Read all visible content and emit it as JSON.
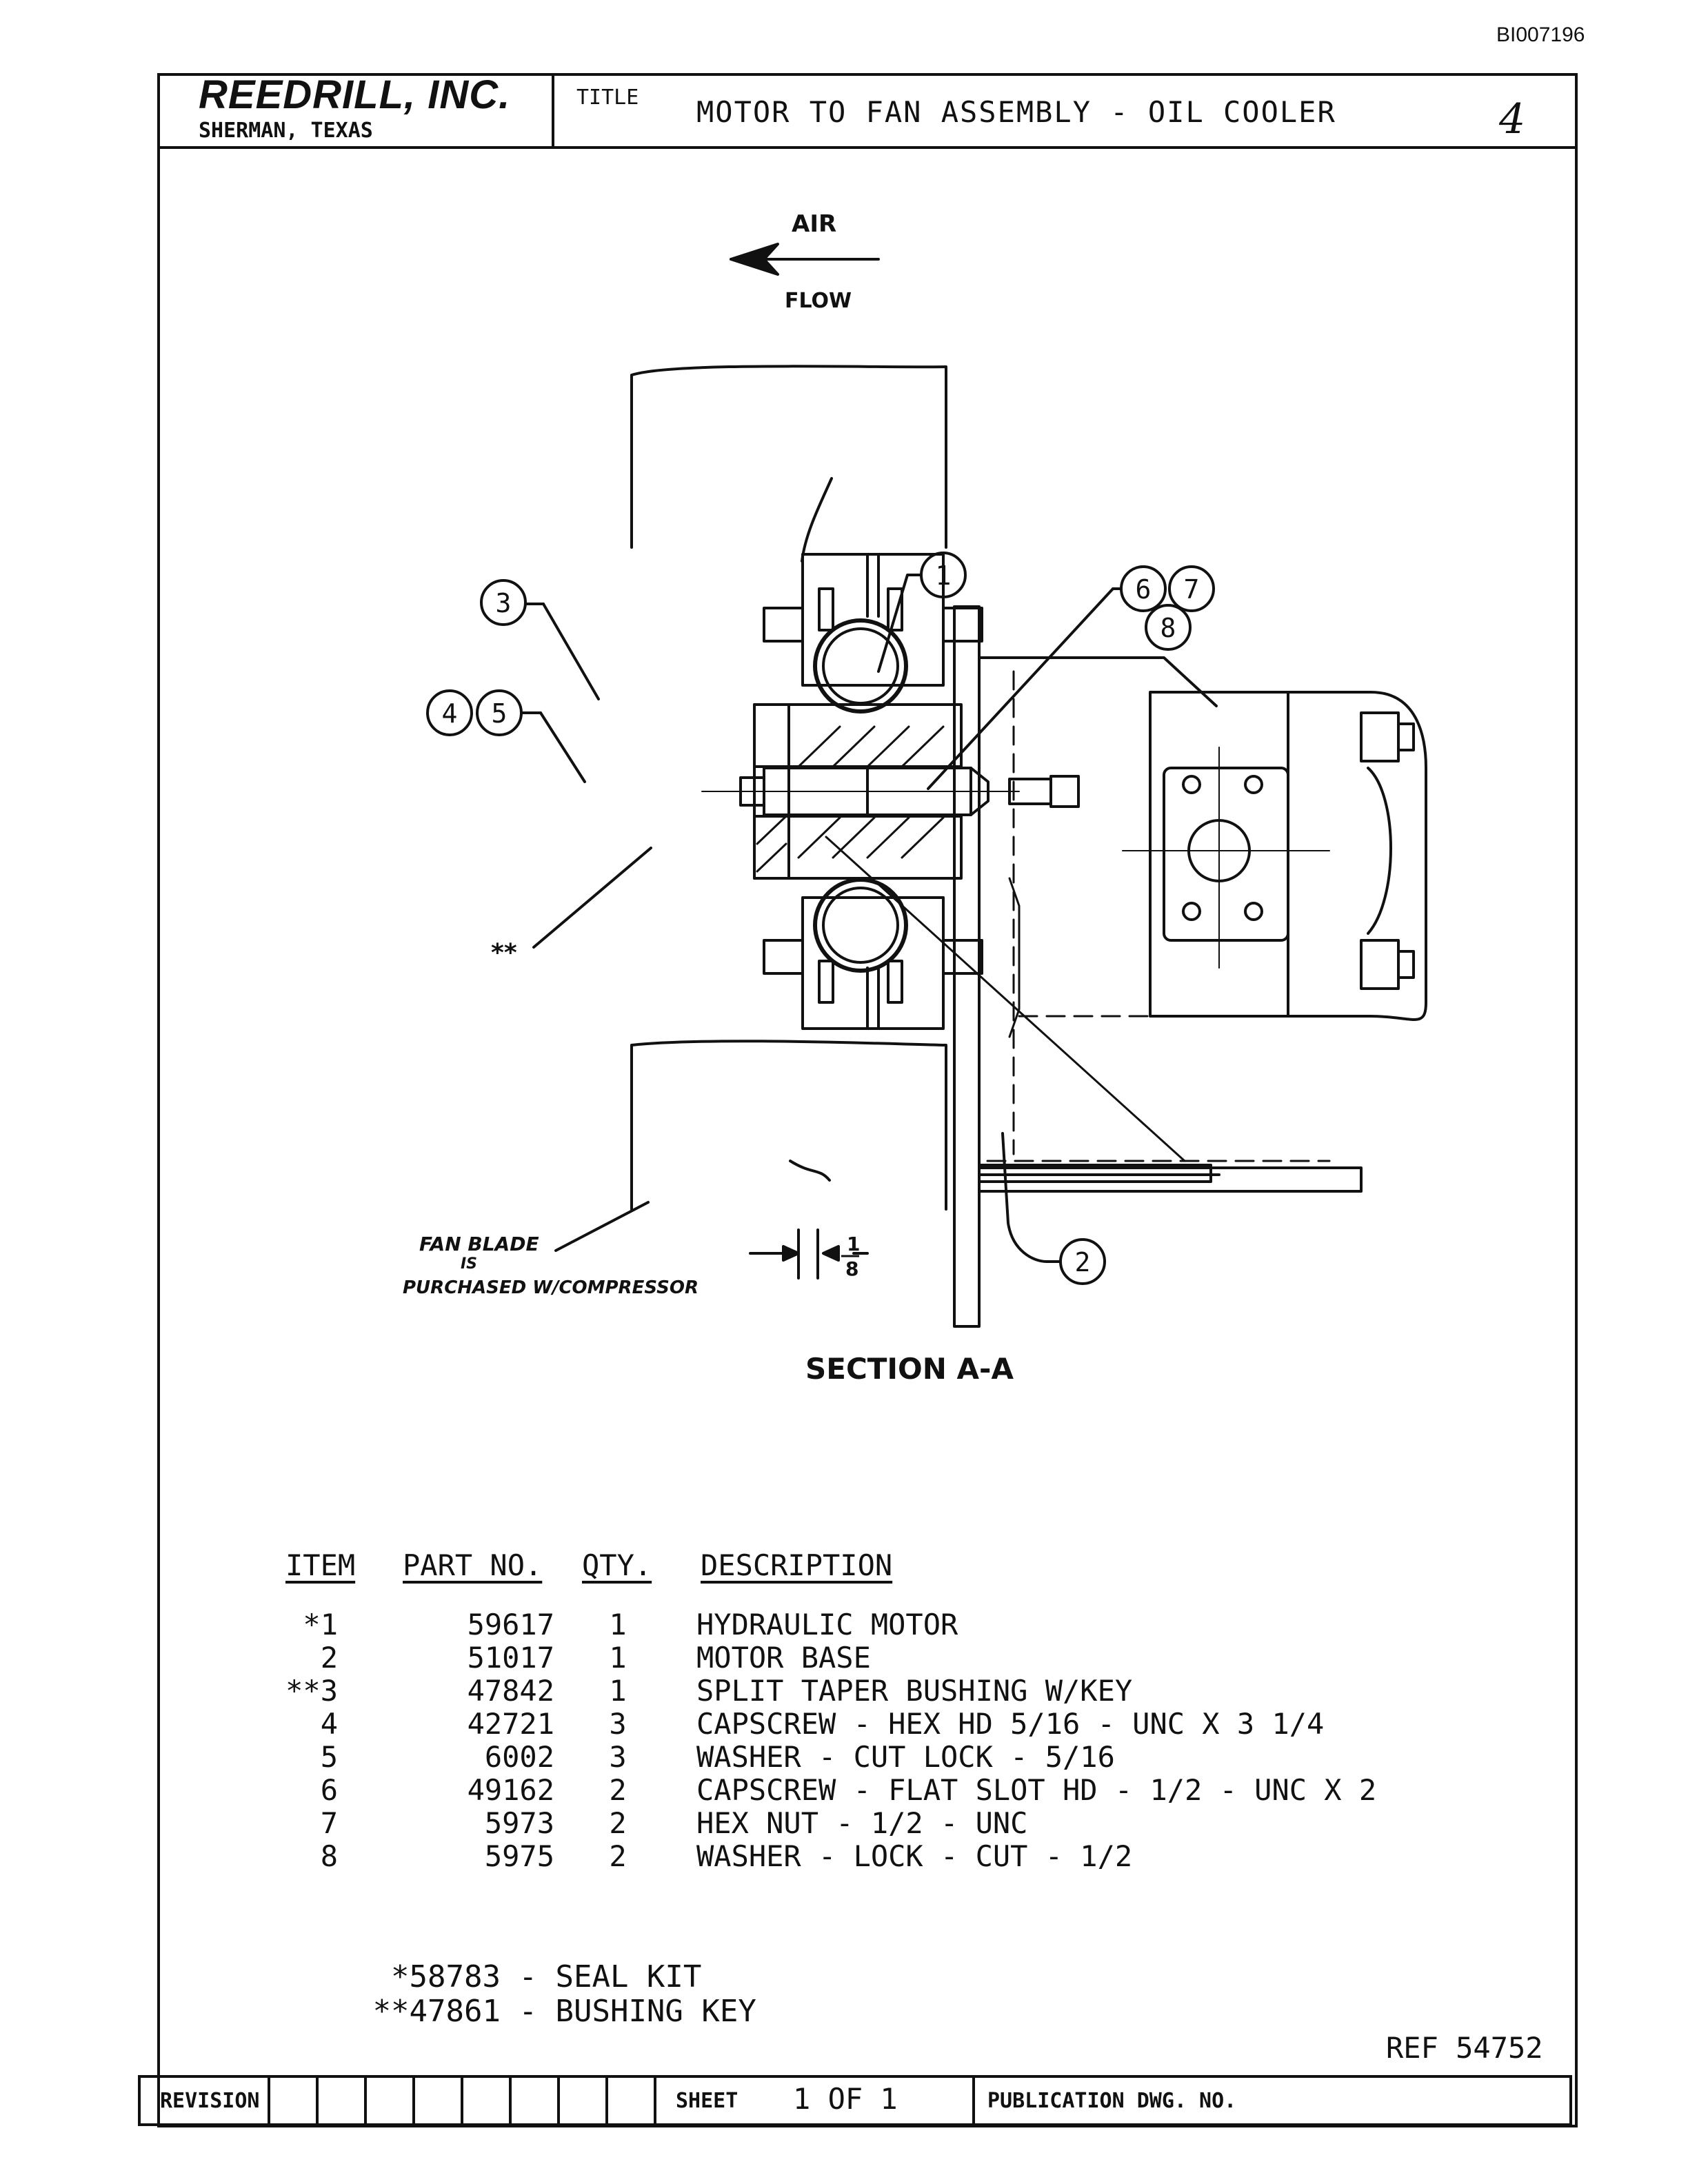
{
  "document_id": "BI007196",
  "company": {
    "name": "REEDRILL, INC.",
    "location": "SHERMAN, TEXAS"
  },
  "title_block": {
    "label": "TITLE",
    "title": "MOTOR TO FAN ASSEMBLY - OIL COOLER",
    "page_mark": "4"
  },
  "drawing": {
    "air_label": "AIR",
    "flow_label": "FLOW",
    "section_label": "SECTION A-A",
    "fan_note_line1": "FAN BLADE",
    "fan_note_line2": "IS",
    "fan_note_line3": "PURCHASED W/COMPRESSOR",
    "dimension": {
      "numerator": "1",
      "denominator": "8"
    },
    "callouts": [
      "1",
      "2",
      "3",
      "4",
      "5",
      "6",
      "7",
      "8"
    ],
    "double_star": "**"
  },
  "parts_table": {
    "headers": {
      "item": "ITEM",
      "part_no": "PART NO.",
      "qty": "QTY.",
      "description": "DESCRIPTION"
    },
    "rows": [
      {
        "item": "*1",
        "part_no": "59617",
        "qty": "1",
        "description": "HYDRAULIC MOTOR"
      },
      {
        "item": "2",
        "part_no": "51017",
        "qty": "1",
        "description": "MOTOR BASE"
      },
      {
        "item": "**3",
        "part_no": "47842",
        "qty": "1",
        "description": "SPLIT TAPER BUSHING W/KEY"
      },
      {
        "item": "4",
        "part_no": "42721",
        "qty": "3",
        "description": "CAPSCREW - HEX HD 5/16 - UNC X 3 1/4"
      },
      {
        "item": "5",
        "part_no": "6002",
        "qty": "3",
        "description": "WASHER - CUT LOCK - 5/16"
      },
      {
        "item": "6",
        "part_no": "49162",
        "qty": "2",
        "description": "CAPSCREW - FLAT SLOT HD - 1/2 - UNC X 2"
      },
      {
        "item": "7",
        "part_no": "5973",
        "qty": "2",
        "description": "HEX NUT - 1/2 - UNC"
      },
      {
        "item": "8",
        "part_no": "5975",
        "qty": "2",
        "description": "WASHER - LOCK - CUT - 1/2"
      }
    ]
  },
  "notes": [
    {
      "marker": "*58783",
      "text": "- SEAL KIT"
    },
    {
      "marker": "**47861",
      "text": "- BUSHING KEY"
    }
  ],
  "ref": "REF 54752",
  "footer": {
    "revision_label": "REVISION",
    "sheet_label": "SHEET",
    "sheet_value": "1 OF 1",
    "publication_label": "PUBLICATION DWG. NO."
  }
}
